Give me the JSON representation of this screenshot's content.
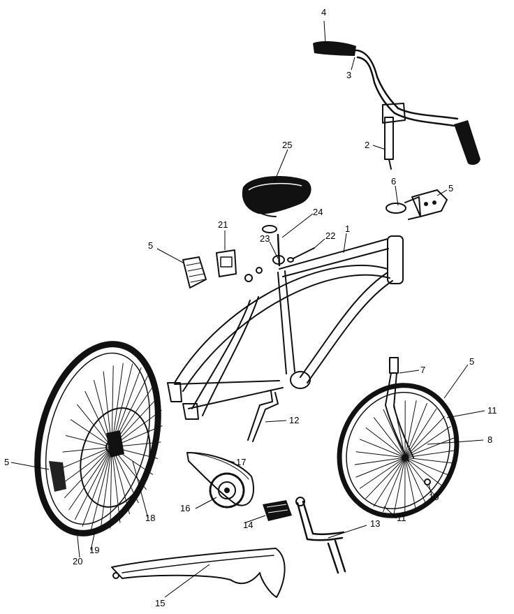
{
  "callouts": [
    {
      "id": "c-4",
      "text": "4"
    },
    {
      "id": "c-3",
      "text": "3"
    },
    {
      "id": "c-2",
      "text": "2"
    },
    {
      "id": "c-25",
      "text": "25"
    },
    {
      "id": "c-6",
      "text": "6"
    },
    {
      "id": "c-5a",
      "text": "5"
    },
    {
      "id": "c-24",
      "text": "24"
    },
    {
      "id": "c-21",
      "text": "21"
    },
    {
      "id": "c-22",
      "text": "22"
    },
    {
      "id": "c-1",
      "text": "1"
    },
    {
      "id": "c-23",
      "text": "23"
    },
    {
      "id": "c-5b",
      "text": "5"
    },
    {
      "id": "c-7",
      "text": "7"
    },
    {
      "id": "c-5c",
      "text": "5"
    },
    {
      "id": "c-11a",
      "text": "11"
    },
    {
      "id": "c-12",
      "text": "12"
    },
    {
      "id": "c-8",
      "text": "8"
    },
    {
      "id": "c-17",
      "text": "17"
    },
    {
      "id": "c-5d",
      "text": "5"
    },
    {
      "id": "c-10",
      "text": "10"
    },
    {
      "id": "c-16",
      "text": "16"
    },
    {
      "id": "c-18",
      "text": "18"
    },
    {
      "id": "c-14",
      "text": "14"
    },
    {
      "id": "c-11b",
      "text": "11"
    },
    {
      "id": "c-13",
      "text": "13"
    },
    {
      "id": "c-19",
      "text": "19"
    },
    {
      "id": "c-20",
      "text": "20"
    },
    {
      "id": "c-15",
      "text": "15"
    }
  ]
}
